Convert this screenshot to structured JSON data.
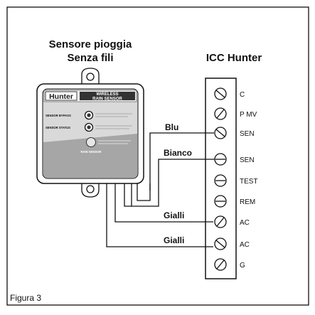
{
  "sensor": {
    "title_line1": "Sensore pioggia",
    "title_line2": "Senza fili",
    "brand": "Hunter",
    "model_line1": "WIRELESS",
    "model_line2": "RAIN SENSOR",
    "bypass_label": "SENSOR BYPASS",
    "status_label": "SENSOR STATUS",
    "footer": "RAIN SENSOR"
  },
  "controller": {
    "title": "ICC Hunter",
    "terminals": [
      "C",
      "P MV",
      "SEN",
      "SEN",
      "TEST",
      "REM",
      "AC",
      "AC",
      "G"
    ]
  },
  "wires": {
    "blue": "Blu",
    "white": "Bianco",
    "yellow_1": "Gialli",
    "yellow_2": "Gialli"
  },
  "caption": "Figura 3"
}
